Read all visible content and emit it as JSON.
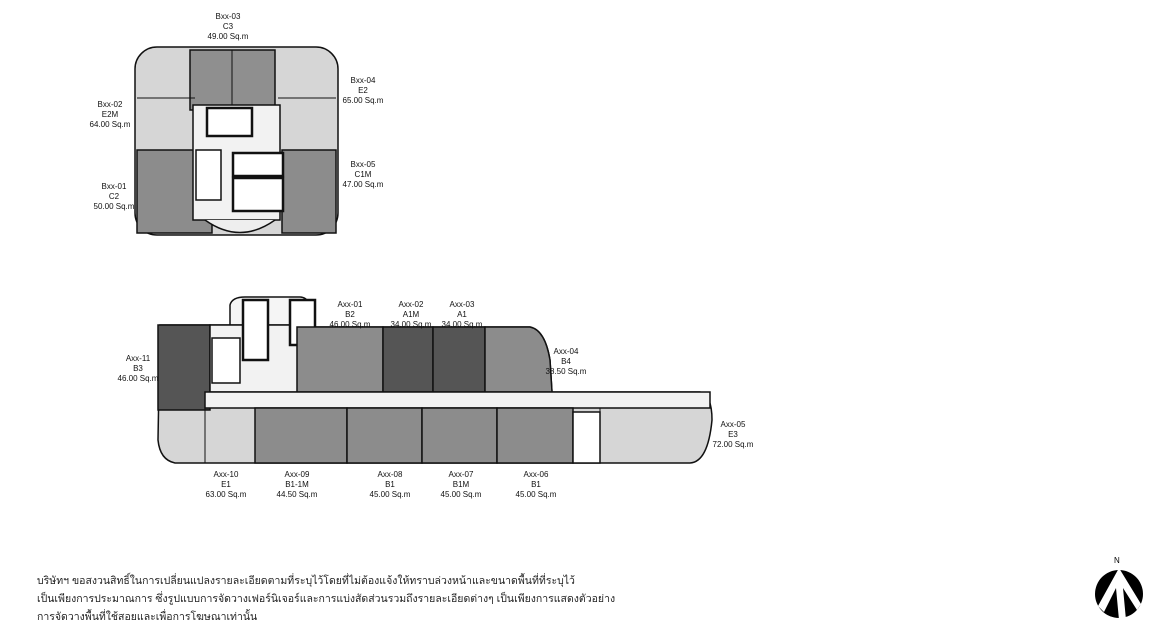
{
  "upper_plan": {
    "units": [
      {
        "code": "Bxx-03",
        "type": "C3",
        "area": "49.00 Sq.m"
      },
      {
        "code": "Bxx-04",
        "type": "E2",
        "area": "65.00 Sq.m"
      },
      {
        "code": "Bxx-02",
        "type": "E2M",
        "area": "64.00 Sq.m"
      },
      {
        "code": "Bxx-05",
        "type": "C1M",
        "area": "47.00 Sq.m"
      },
      {
        "code": "Bxx-01",
        "type": "C2",
        "area": "50.00 Sq.m"
      }
    ]
  },
  "lower_plan": {
    "units": [
      {
        "code": "Axx-01",
        "type": "B2",
        "area": "46.00 Sq.m"
      },
      {
        "code": "Axx-02",
        "type": "A1M",
        "area": "34.00 Sq.m"
      },
      {
        "code": "Axx-03",
        "type": "A1",
        "area": "34.00 Sq.m"
      },
      {
        "code": "Axx-04",
        "type": "B4",
        "area": "38.50 Sq.m"
      },
      {
        "code": "Axx-11",
        "type": "B3",
        "area": "46.00 Sq.m"
      },
      {
        "code": "Axx-05",
        "type": "E3",
        "area": "72.00 Sq.m"
      },
      {
        "code": "Axx-10",
        "type": "E1",
        "area": "63.00 Sq.m"
      },
      {
        "code": "Axx-09",
        "type": "B1-1M",
        "area": "44.50 Sq.m"
      },
      {
        "code": "Axx-08",
        "type": "B1",
        "area": "45.00 Sq.m"
      },
      {
        "code": "Axx-07",
        "type": "B1M",
        "area": "45.00 Sq.m"
      },
      {
        "code": "Axx-06",
        "type": "B1",
        "area": "45.00 Sq.m"
      }
    ]
  },
  "disclaimer": [
    "บริษัทฯ ขอสงวนสิทธิ์ในการเปลี่ยนแปลงรายละเอียดตามที่ระบุไว้โดยที่ไม่ต้องแจ้งให้ทราบล่วงหน้าและขนาดพื้นที่ที่ระบุไว้",
    "เป็นเพียงการประมาณการ ซึ่งรูปแบบการจัดวางเฟอร์นิเจอร์และการแบ่งสัดส่วนรวมถึงรายละเอียดต่างๆ เป็นเพียงการแสดงตัวอย่าง",
    "การจัดวางพื้นที่ใช้สอยและเพื่อการโฆษณาเท่านั้น"
  ],
  "compass": {
    "label": "N",
    "icon": "north-arrow-icon"
  },
  "colors": {
    "light": "#d6d6d6",
    "mid": "#8c8c8c",
    "dark": "#555555",
    "core": "#f2f2f2"
  }
}
